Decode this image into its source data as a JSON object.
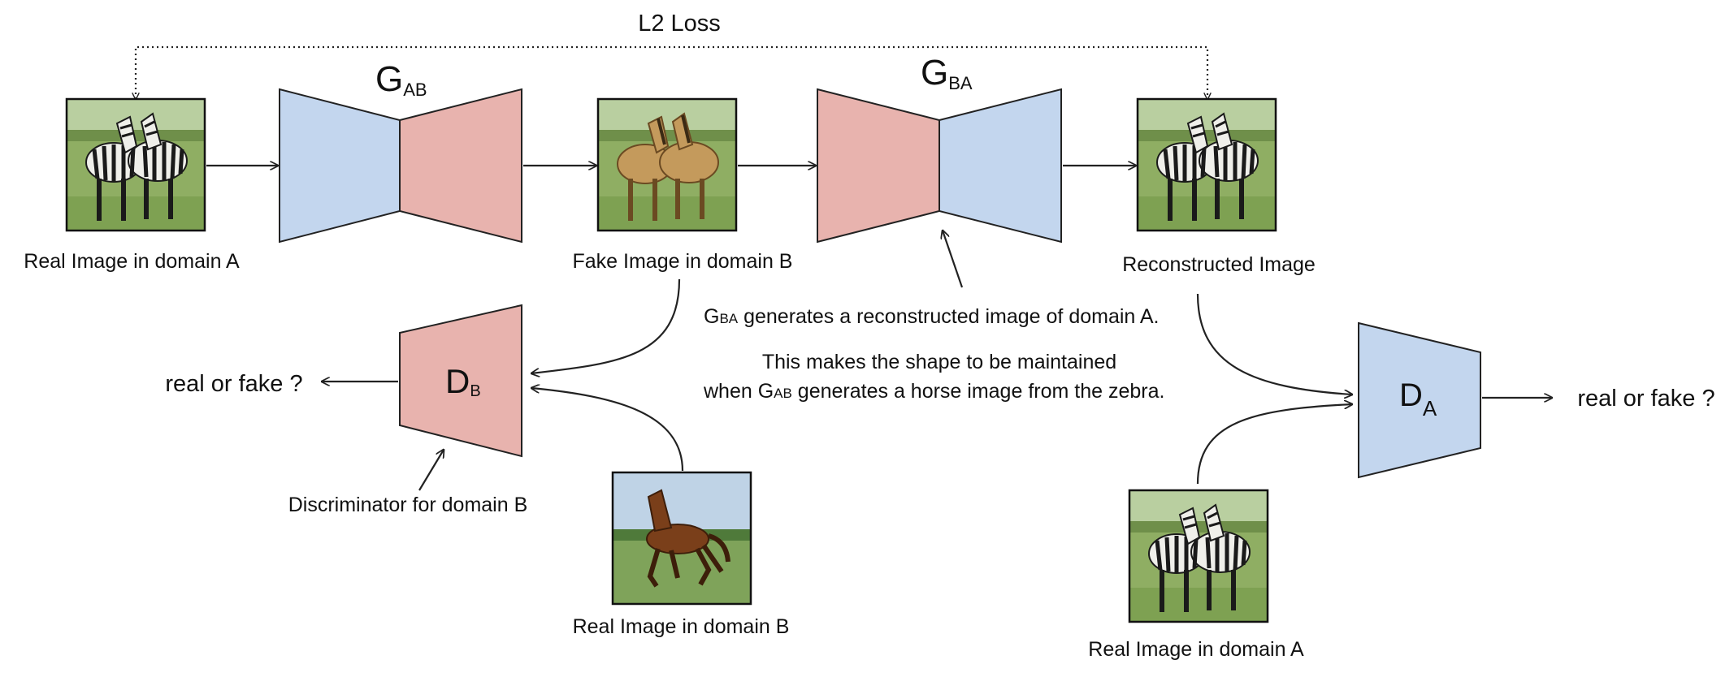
{
  "loss_label": "L2 Loss",
  "gen_ab": {
    "main": "G",
    "sub": "AB"
  },
  "gen_ba": {
    "main": "G",
    "sub": "BA"
  },
  "disc_b": {
    "main": "D",
    "sub": "B"
  },
  "disc_a": {
    "main": "D",
    "sub": "A"
  },
  "captions": {
    "real_a": "Real Image in domain A",
    "fake_b": "Fake Image in domain B",
    "reconstructed": "Reconstructed Image",
    "real_b": "Real Image in domain B",
    "real_a_bottom": "Real Image in domain A",
    "disc_b_label": "Discriminator for domain B"
  },
  "outputs": {
    "left": "real or fake ?",
    "right": "real or fake ?"
  },
  "note": {
    "line1_sub": "BA",
    "line1_rest": " generates a reconstructed image of domain A.",
    "line2": "This makes the shape to be maintained",
    "line3_pre": "when G",
    "line3_sub": "AB",
    "line3_rest": " generates a horse image from the zebra."
  },
  "colors": {
    "encoder_blue": "#c3d6ee",
    "decoder_red": "#e8b3ae",
    "stroke": "#222222"
  },
  "images": {
    "real_a": "two-zebras-photo",
    "fake_b": "two-horses-photo",
    "reconstructed": "two-zebras-photo",
    "real_b": "brown-horse-photo",
    "real_a_bottom": "two-zebras-photo"
  }
}
